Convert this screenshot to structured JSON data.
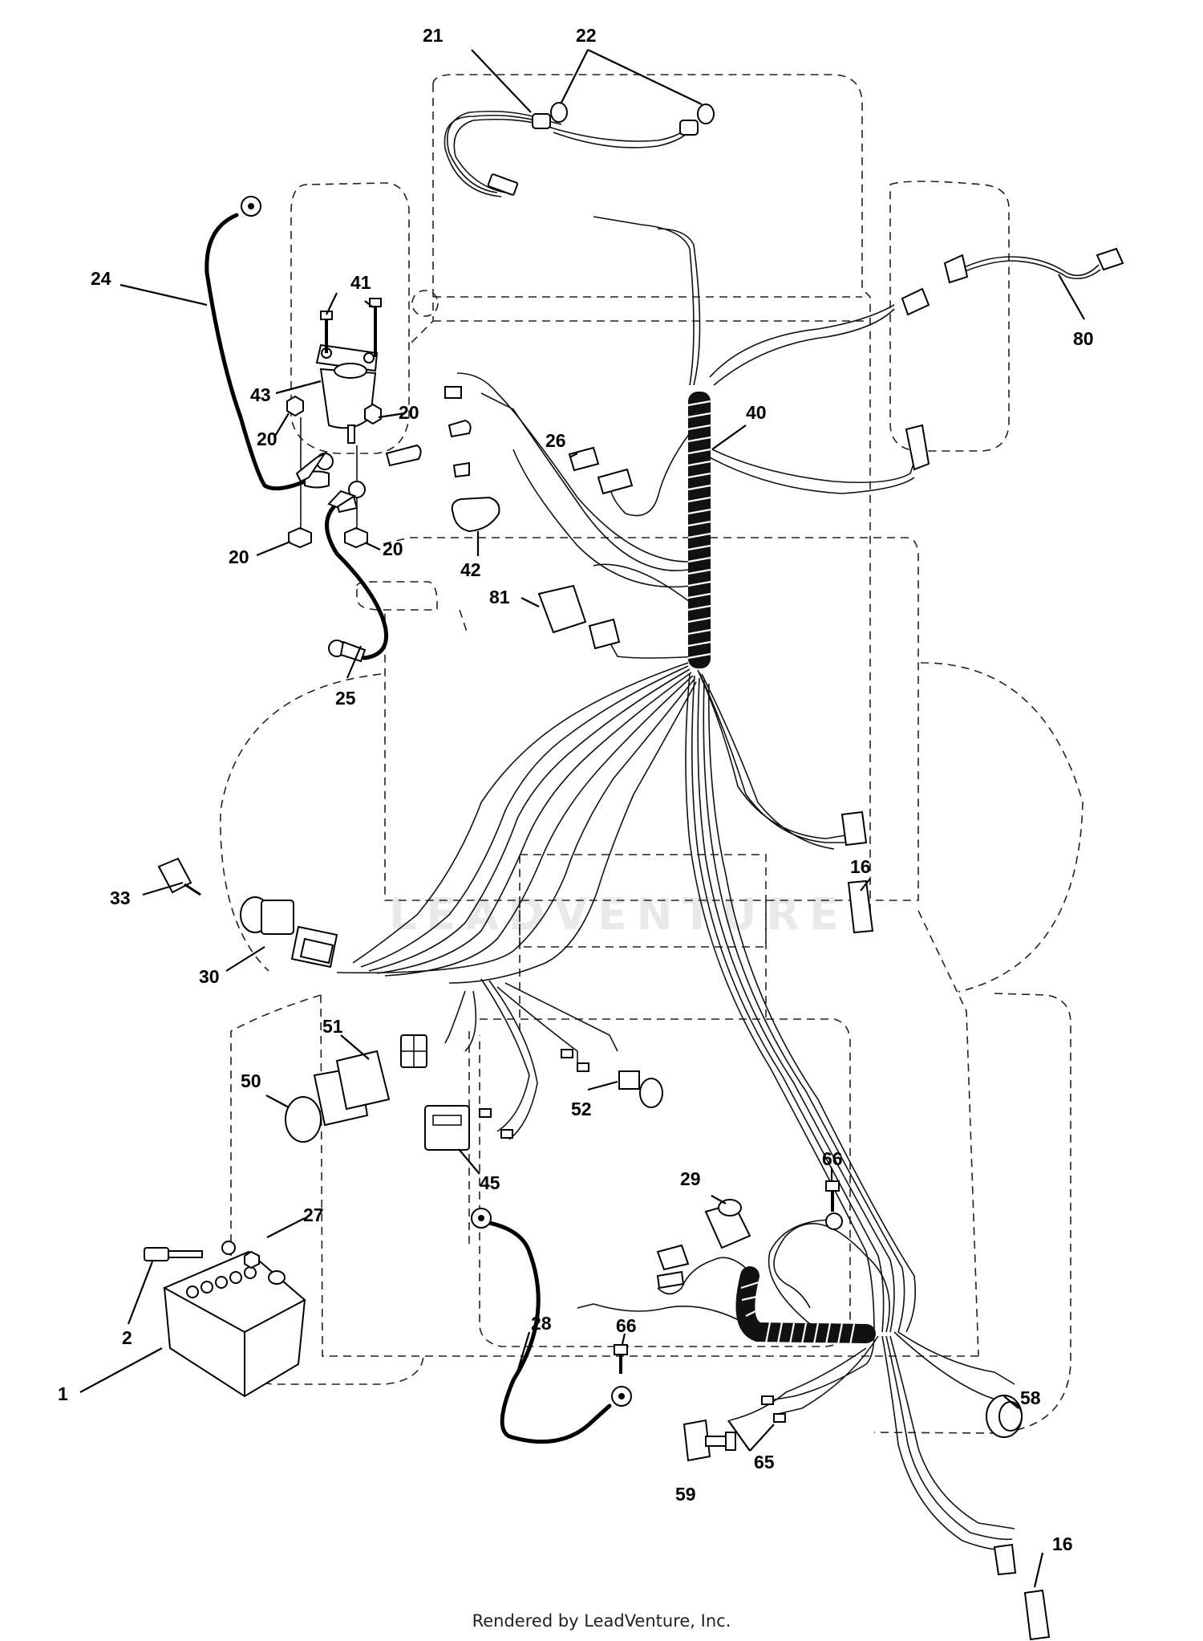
{
  "diagram": {
    "watermark": "LEADVENTURE",
    "footer": "Rendered by LeadVenture, Inc.",
    "callouts": {
      "c1": "1",
      "c2": "2",
      "c16a": "16",
      "c16b": "16",
      "c20a": "20",
      "c20b": "20",
      "c20c": "20",
      "c20d": "20",
      "c21": "21",
      "c22": "22",
      "c24": "24",
      "c25": "25",
      "c26": "26",
      "c27": "27",
      "c28": "28",
      "c29": "29",
      "c30": "30",
      "c33": "33",
      "c40": "40",
      "c41": "41",
      "c42": "42",
      "c43": "43",
      "c45": "45",
      "c50": "50",
      "c51": "51",
      "c52": "52",
      "c58": "58",
      "c59": "59",
      "c65": "65",
      "c66a": "66",
      "c66b": "66",
      "c80": "80",
      "c81": "81"
    }
  }
}
